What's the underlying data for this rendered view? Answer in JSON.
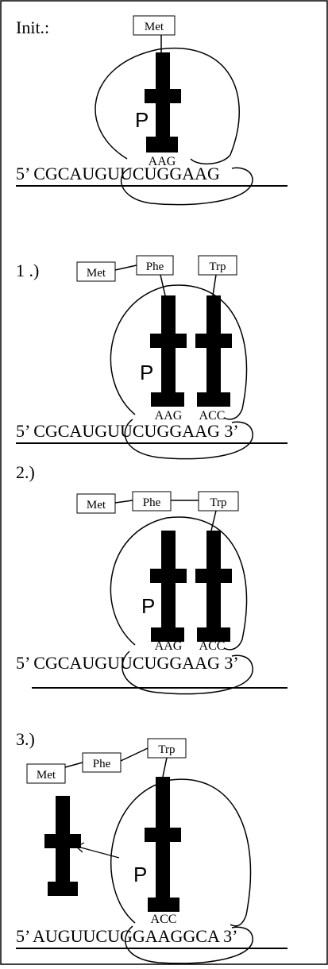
{
  "panels": [
    {
      "label": "Init.:",
      "amino_acids": [
        "Met"
      ],
      "p_site": "P",
      "anticodons": [
        "AAG"
      ],
      "mrna": "5’ CGCAUGUUCUGGAAG"
    },
    {
      "label": "1 .)",
      "amino_acids": [
        "Met",
        "Phe",
        "Trp"
      ],
      "p_site": "P",
      "anticodons": [
        "AAG",
        "ACC"
      ],
      "mrna": "5’ CGCAUGUUCUGGAAG 3’"
    },
    {
      "label": "2.)",
      "amino_acids": [
        "Met",
        "Phe",
        "Trp"
      ],
      "p_site": "P",
      "anticodons": [
        "AAG",
        "ACC"
      ],
      "mrna": "5’ CGCAUGUUCUGGAAG 3’"
    },
    {
      "label": "3.)",
      "amino_acids": [
        "Met",
        "Phe",
        "Trp"
      ],
      "p_site": "P",
      "anticodons": [
        "ACC"
      ],
      "mrna": "5’ AUGUUCUGGAAGGCA 3’"
    }
  ]
}
